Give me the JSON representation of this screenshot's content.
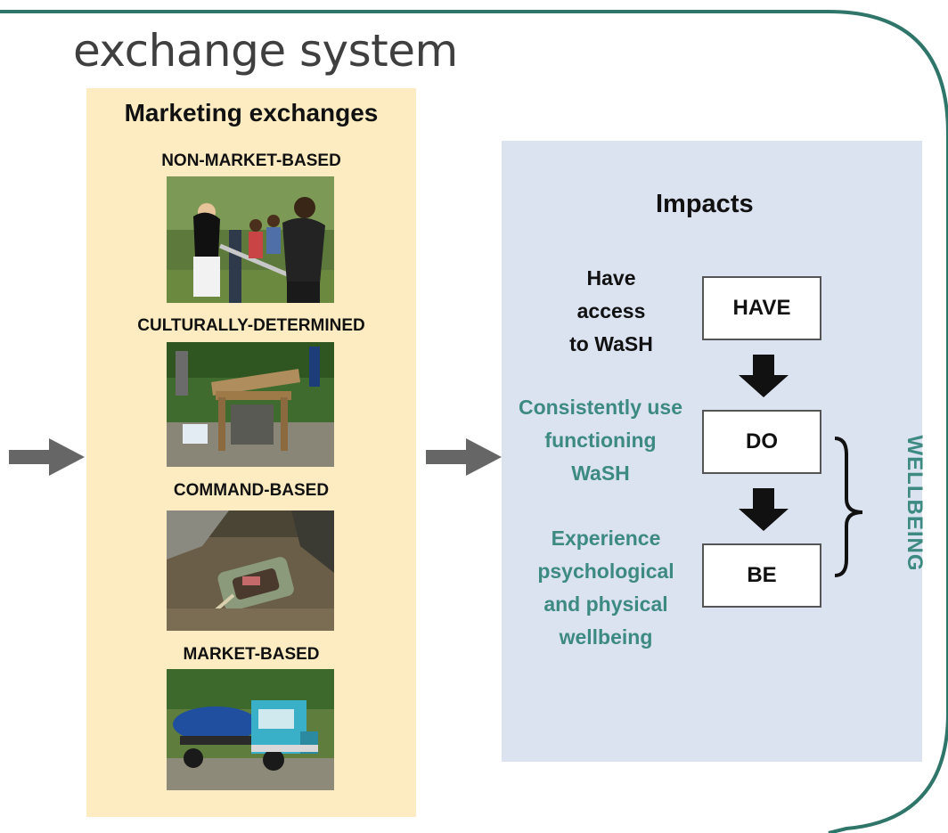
{
  "title": "exchange system",
  "marketing": {
    "heading": "Marketing exchanges",
    "types": [
      {
        "label": "NON-MARKET-BASED",
        "photo": "people-at-water-pump-photo"
      },
      {
        "label": "CULTURALLY-DETERMINED",
        "photo": "wooden-well-cover-photo"
      },
      {
        "label": "COMMAND-BASED",
        "photo": "broken-water-pipe-photo"
      },
      {
        "label": "MARKET-BASED",
        "photo": "water-tanker-truck-photo"
      }
    ]
  },
  "impacts": {
    "title": "Impacts",
    "have_text": [
      "Have",
      "access",
      "to WaSH"
    ],
    "do_text": [
      "Consistently use",
      "functioning",
      "WaSH"
    ],
    "be_text": [
      "Experience",
      "psychological",
      "and physical",
      "wellbeing"
    ],
    "boxes": {
      "have": "HAVE",
      "do": "DO",
      "be": "BE"
    },
    "wellbeing_label": "WELLBEING"
  },
  "colors": {
    "frame": "#2f7569",
    "left_panel": "#fdecc2",
    "right_panel": "#dbe3f1",
    "teal_text": "#3d8a82",
    "arrow_gray": "#666666"
  }
}
